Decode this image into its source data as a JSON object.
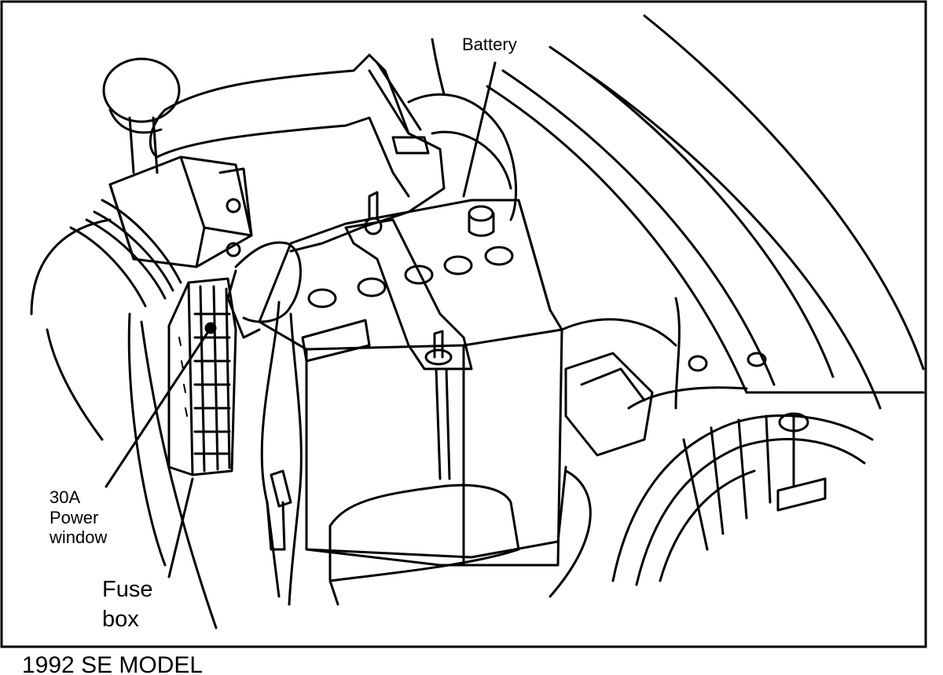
{
  "labels": {
    "battery": "Battery",
    "fuse_30a_line1": "30A",
    "fuse_30a_line2": "Power",
    "fuse_30a_line3": "window",
    "fuse_box_line1": "Fuse",
    "fuse_box_line2": "box"
  },
  "caption": "1992 SE MODEL",
  "colors": {
    "ink": "#000000",
    "paper": "#ffffff"
  }
}
